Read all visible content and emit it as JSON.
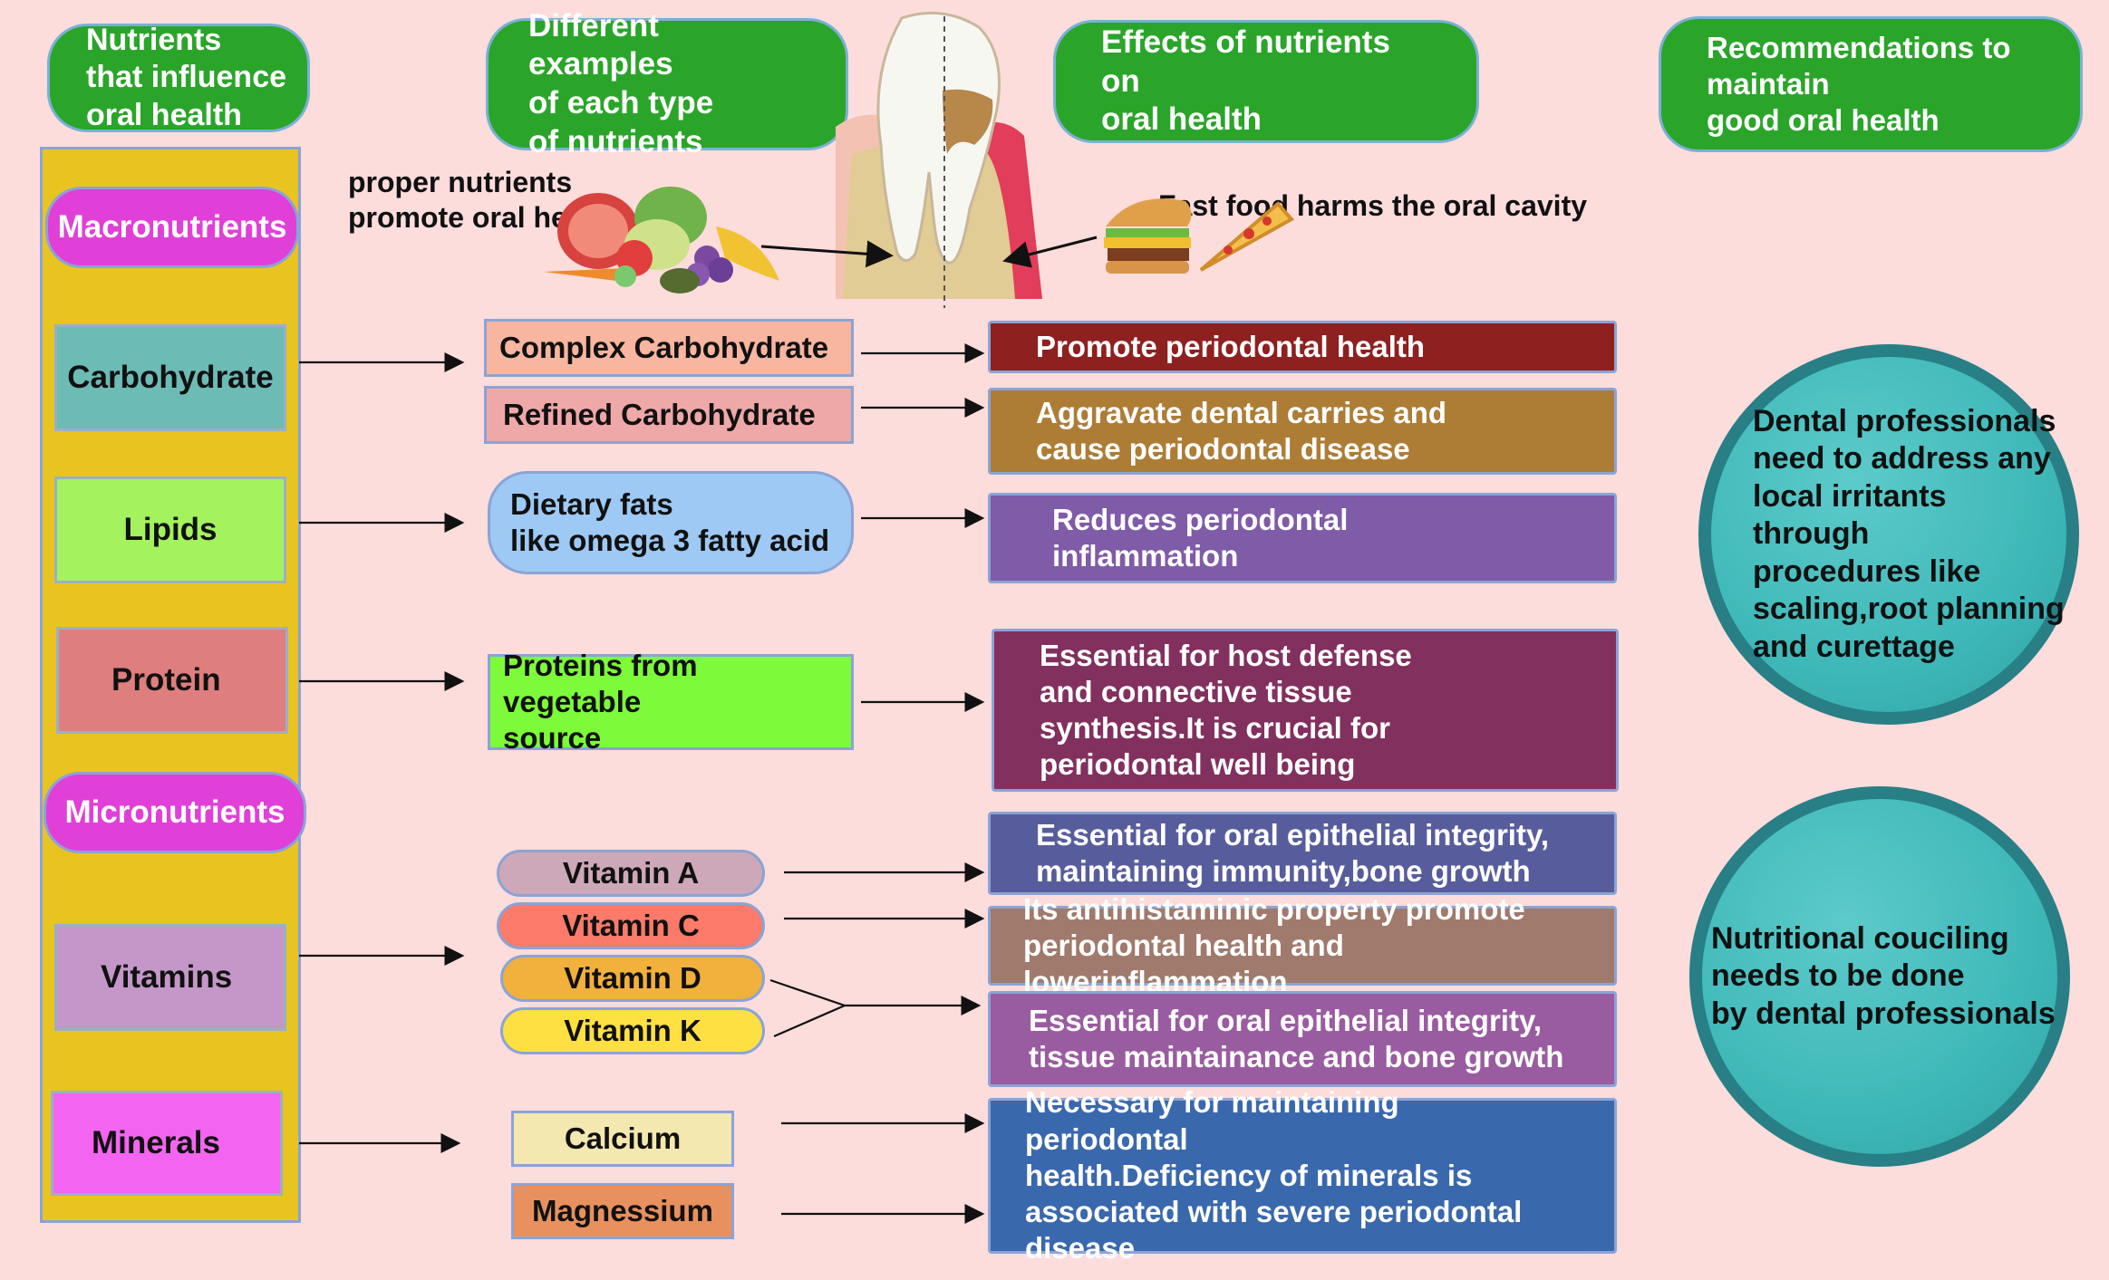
{
  "headers": {
    "nutrients": "Nutrients\nthat influence\noral health",
    "examples": "Different examples\nof each type\nof nutrients",
    "effects": "Effects of nutrients on\noral health",
    "recommendations": "Recommendations to\nmaintain\ngood oral health"
  },
  "notes": {
    "proper": "proper nutrients\npromote oral health",
    "fastfood": "Fast food harms the oral cavity"
  },
  "groups": {
    "macro": "Macronutrients",
    "micro": "Micronutrients"
  },
  "categories": {
    "carbohydrate": "Carbohydrate",
    "lipids": "Lipids",
    "protein": "Protein",
    "vitamins": "Vitamins",
    "minerals": "Minerals"
  },
  "examples": {
    "complex": "Complex Carbohydrate",
    "refined": "Refined Carbohydrate",
    "fats": "Dietary fats\nlike omega 3 fatty acid",
    "proteins": "Proteins from vegetable\nsource",
    "vita": "Vitamin A",
    "vitc": "Vitamin C",
    "vitd": "Vitamin D",
    "vitk": "Vitamin K",
    "calcium": "Calcium",
    "magnesium": "Magnessium"
  },
  "effects": {
    "complex": "Promote periodontal health",
    "refined": "Aggravate dental carries and\ncause periodontal disease",
    "fats": "Reduces periodontal\ninflammation",
    "protein": "Essential for host defense\nand connective tissue\nsynthesis.It is crucial for\nperiodontal well being",
    "vita": "Essential for oral epithelial integrity,\nmaintaining immunity,bone growth",
    "vitc": "Its antihistaminic property promote\nperiodontal health and lowerinflammation",
    "vitdk": "Essential for oral epithelial integrity,\ntissue maintainance and bone growth",
    "minerals": "Necessary for maintaining periodontal\nhealth.Deficiency of minerals is\nassociated with severe periodontal\ndisease"
  },
  "recommendations": {
    "r1": "Dental professionals\nneed to address any\nlocal irritants through\nprocedures like\nscaling,root planning\nand curettage",
    "r2": "Nutritional couciling\nneeds to be done\nby dental professionals"
  },
  "colors": {
    "background": "#fddcdc",
    "header": "#2aa52a",
    "column": "#e9c421",
    "group_pill": "#e040d8"
  },
  "icons": [
    "fruits-vegetables-icon",
    "tooth-icon",
    "burger-icon",
    "pizza-icon"
  ]
}
